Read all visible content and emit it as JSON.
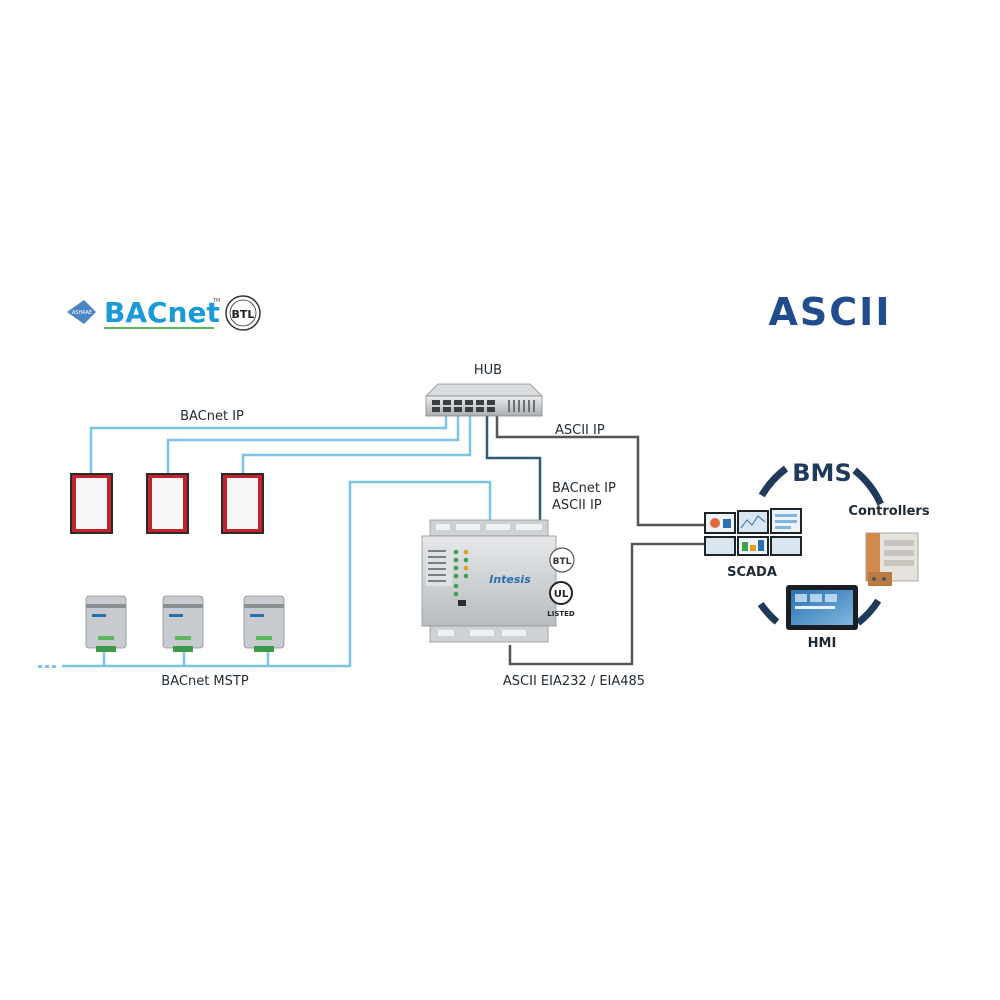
{
  "logos": {
    "bacnet": {
      "prefix": "ASHRAE",
      "name": "BACnet",
      "tm": "TM",
      "btl": "BTL"
    },
    "ascii": "ASCII",
    "gateway_brand": "Intesis",
    "ul": {
      "mark": "UL",
      "listed": "LISTED"
    }
  },
  "labels": {
    "hub": "HUB",
    "bacnet_ip": "BACnet IP",
    "ascii_ip": "ASCII IP",
    "gateway_bacnet_ip": "BACnet IP",
    "gateway_ascii_ip": "ASCII IP",
    "bacnet_mstp": "BACnet MSTP",
    "ascii_serial": "ASCII EIA232 / EIA485",
    "bms": "BMS",
    "controllers": "Controllers",
    "scada": "SCADA",
    "hmi": "HMI"
  },
  "colors": {
    "bacnet_line": "#7cc3ea",
    "gateway_line": "#2f5b78",
    "ascii_line": "#555555",
    "bms_ring": "#1f3a5c",
    "ascii_logo": "#1f4b8f",
    "bacnet_blue": "#1a9ad6",
    "bacnet_green": "#5cb85c"
  }
}
